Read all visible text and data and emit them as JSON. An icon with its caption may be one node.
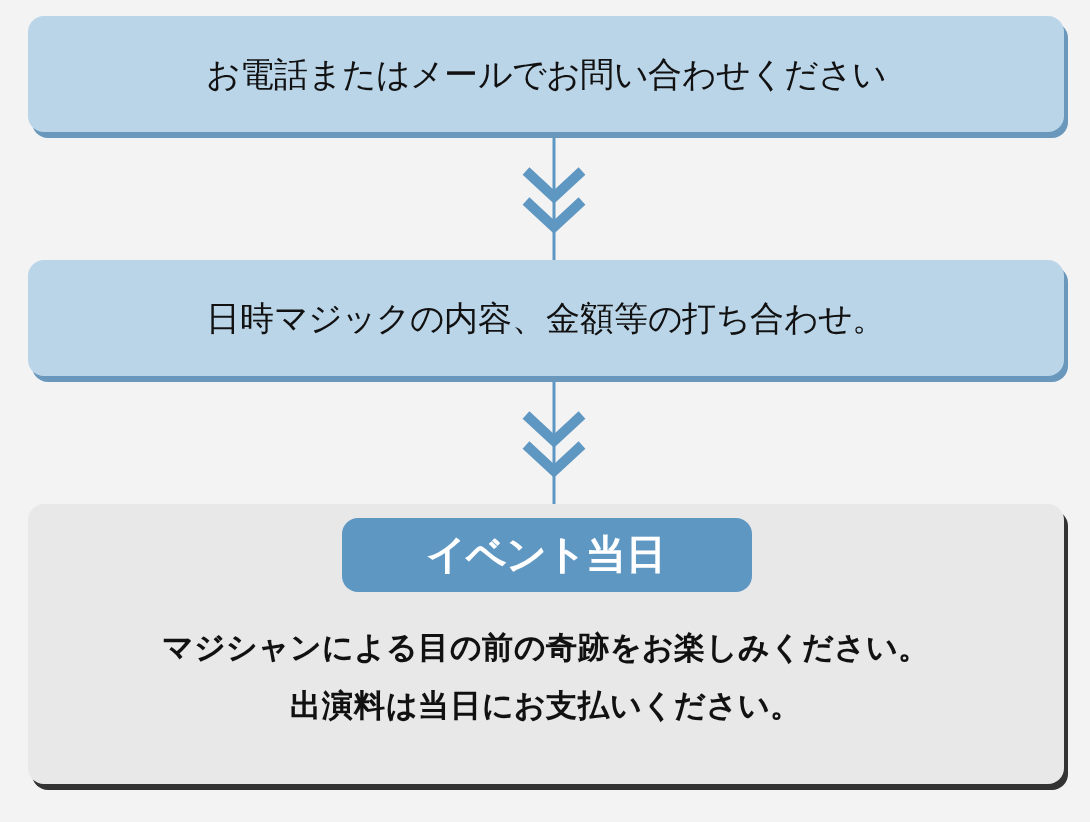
{
  "diagram": {
    "nodes": [
      {
        "text": [
          "お電話またはメールでお問い合わせください"
        ]
      },
      {
        "text": [
          "日時マジックの内容、金額等の打ち合わせ。"
        ]
      },
      {
        "text": [
          "イベント当日",
          "マジシャンによる目の前の奇跡をお楽しみください。",
          "出演料は当日にお支払いください。"
        ]
      }
    ],
    "edges": [
      {
        "from": 0,
        "to": 1,
        "arrow": "to"
      },
      {
        "from": 1,
        "to": 2,
        "arrow": "to"
      }
    ]
  }
}
